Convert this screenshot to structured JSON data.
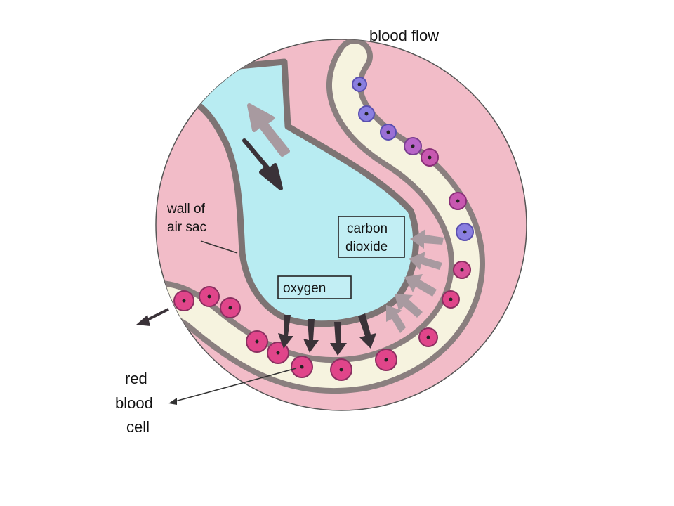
{
  "labels": {
    "blood_flow": "blood flow",
    "wall_line1": "wall of",
    "wall_line2": "air sac",
    "carbon_line1": "carbon",
    "carbon_line2": "dioxide",
    "oxygen": "oxygen",
    "rbc_line1": "red",
    "rbc_line2": "blood",
    "rbc_line3": "cell"
  },
  "colors": {
    "tissue": "#f2bcc8",
    "air": "#b8ecf2",
    "plasma": "#f6f3df",
    "wall": "#8a7f7f",
    "rbc_red": "#e0458a",
    "rbc_blue": "#8a7fe0",
    "arrow_dark": "#3a3238",
    "arrow_light": "#a89aa0"
  }
}
